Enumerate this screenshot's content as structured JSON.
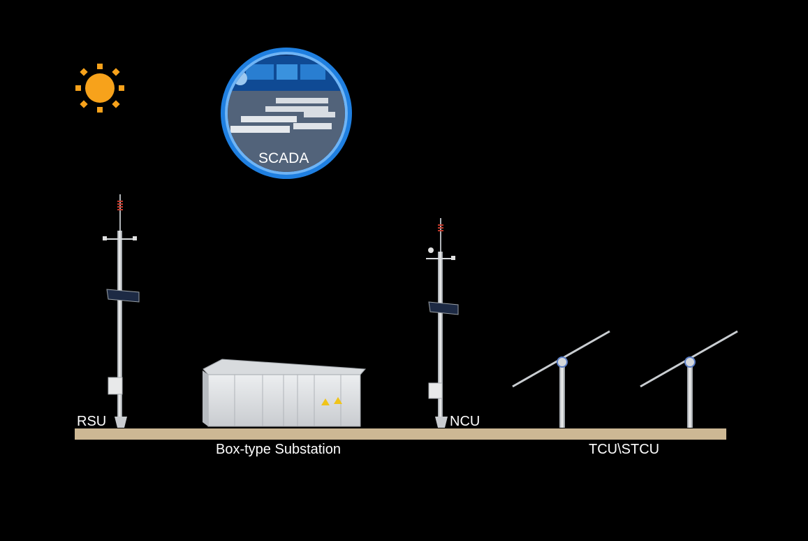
{
  "labels": {
    "rsu": "RSU",
    "ncu": "NCU",
    "substation": "Box-type Substation",
    "tracker": "TCU\\STCU",
    "scada": "SCADA"
  },
  "icons": {
    "sun": "sun-icon",
    "scada": "control-room-icon"
  },
  "colors": {
    "background": "#000000",
    "ground": "#cdb894",
    "sun": "#f7a21b",
    "scada_ring": "#1f7fe0",
    "label_text": "#ffffff"
  }
}
